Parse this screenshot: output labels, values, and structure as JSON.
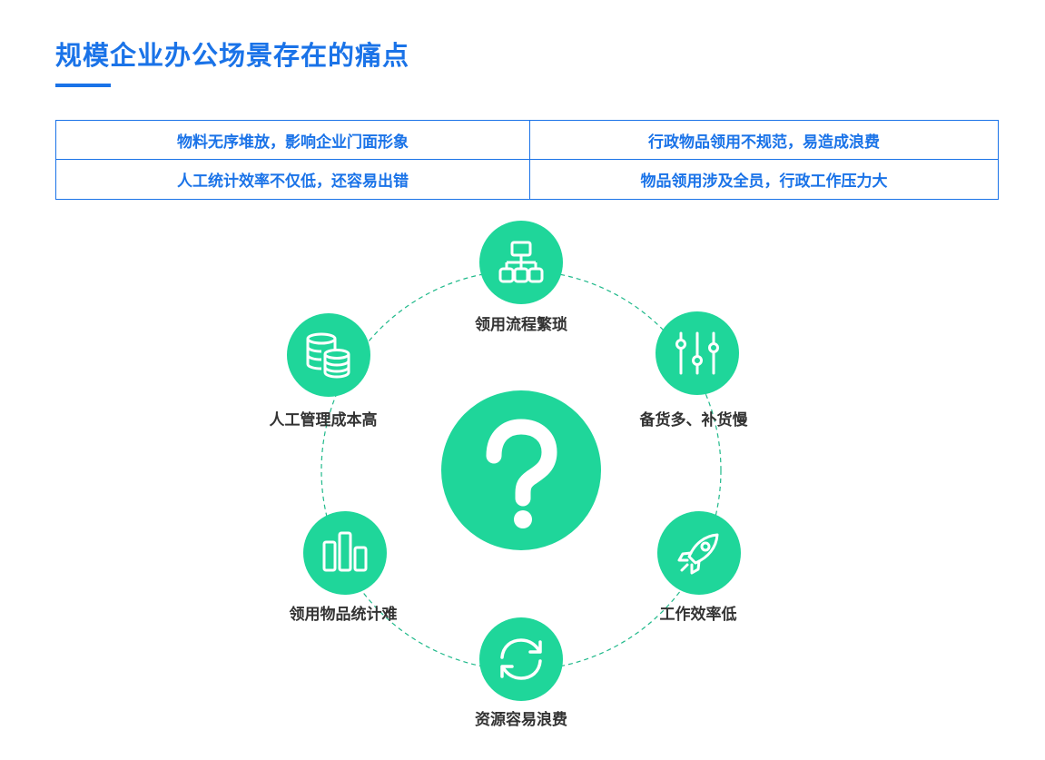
{
  "title": "规模企业办公场景存在的痛点",
  "pain_points": [
    "物料无序堆放，影响企业门面形象",
    "行政物品领用不规范，易造成浪费",
    "人工统计效率不仅低，还容易出错",
    "物品领用涉及全员，行政工作压力大"
  ],
  "center": {
    "icon": "question-mark-icon"
  },
  "nodes": [
    {
      "label": "领用流程繁琐",
      "icon": "org-chart-icon"
    },
    {
      "label": "备货多、补货慢",
      "icon": "sliders-icon"
    },
    {
      "label": "工作效率低",
      "icon": "rocket-icon"
    },
    {
      "label": "资源容易浪费",
      "icon": "refresh-icon"
    },
    {
      "label": "领用物品统计难",
      "icon": "bar-chart-icon"
    },
    {
      "label": "人工管理成本高",
      "icon": "database-icon"
    }
  ],
  "colors": {
    "accent_blue": "#1a73e8",
    "green": "#1fd69a",
    "label_text": "#333333"
  }
}
